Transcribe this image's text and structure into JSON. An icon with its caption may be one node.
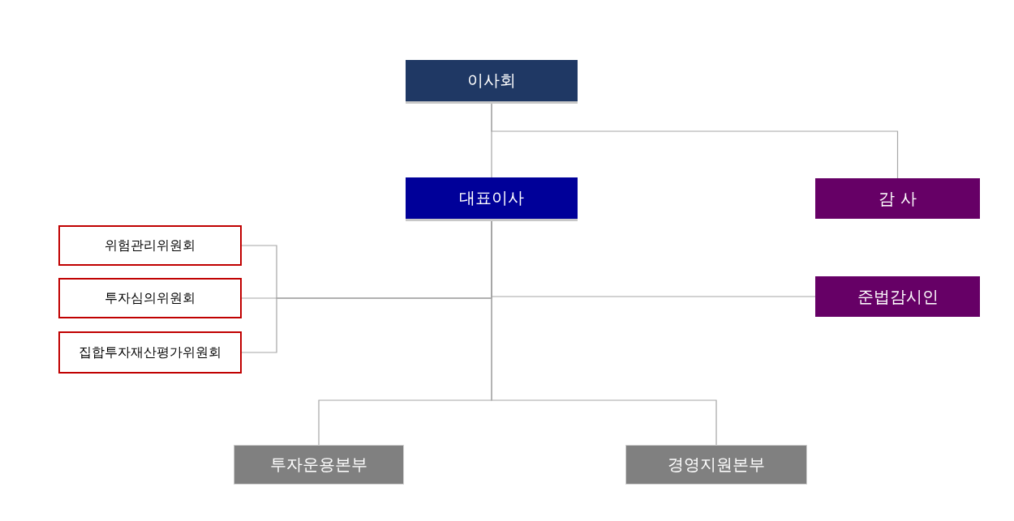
{
  "diagram": {
    "nodes": [
      {
        "text": [
          "이사회"
        ]
      },
      {
        "text": [
          "대표이사"
        ]
      },
      {
        "text": [
          "감 사"
        ]
      },
      {
        "text": [
          "위험관리위원회"
        ]
      },
      {
        "text": [
          "투자심의위원회"
        ]
      },
      {
        "text": [
          "집합투자재산평가위원회"
        ]
      },
      {
        "text": [
          "준법감시인"
        ]
      },
      {
        "text": [
          "투자운용본부"
        ]
      },
      {
        "text": [
          "경영지원본부"
        ]
      }
    ],
    "edges": [
      {
        "from": 0,
        "to": 1,
        "arrow": "none"
      },
      {
        "from": 0,
        "to": 2,
        "arrow": "none"
      },
      {
        "from": 1,
        "to": 3,
        "arrow": "none"
      },
      {
        "from": 1,
        "to": 4,
        "arrow": "none"
      },
      {
        "from": 1,
        "to": 5,
        "arrow": "none"
      },
      {
        "from": 1,
        "to": 6,
        "arrow": "none"
      },
      {
        "from": 1,
        "to": 7,
        "arrow": "none"
      },
      {
        "from": 1,
        "to": 8,
        "arrow": "none"
      }
    ]
  }
}
